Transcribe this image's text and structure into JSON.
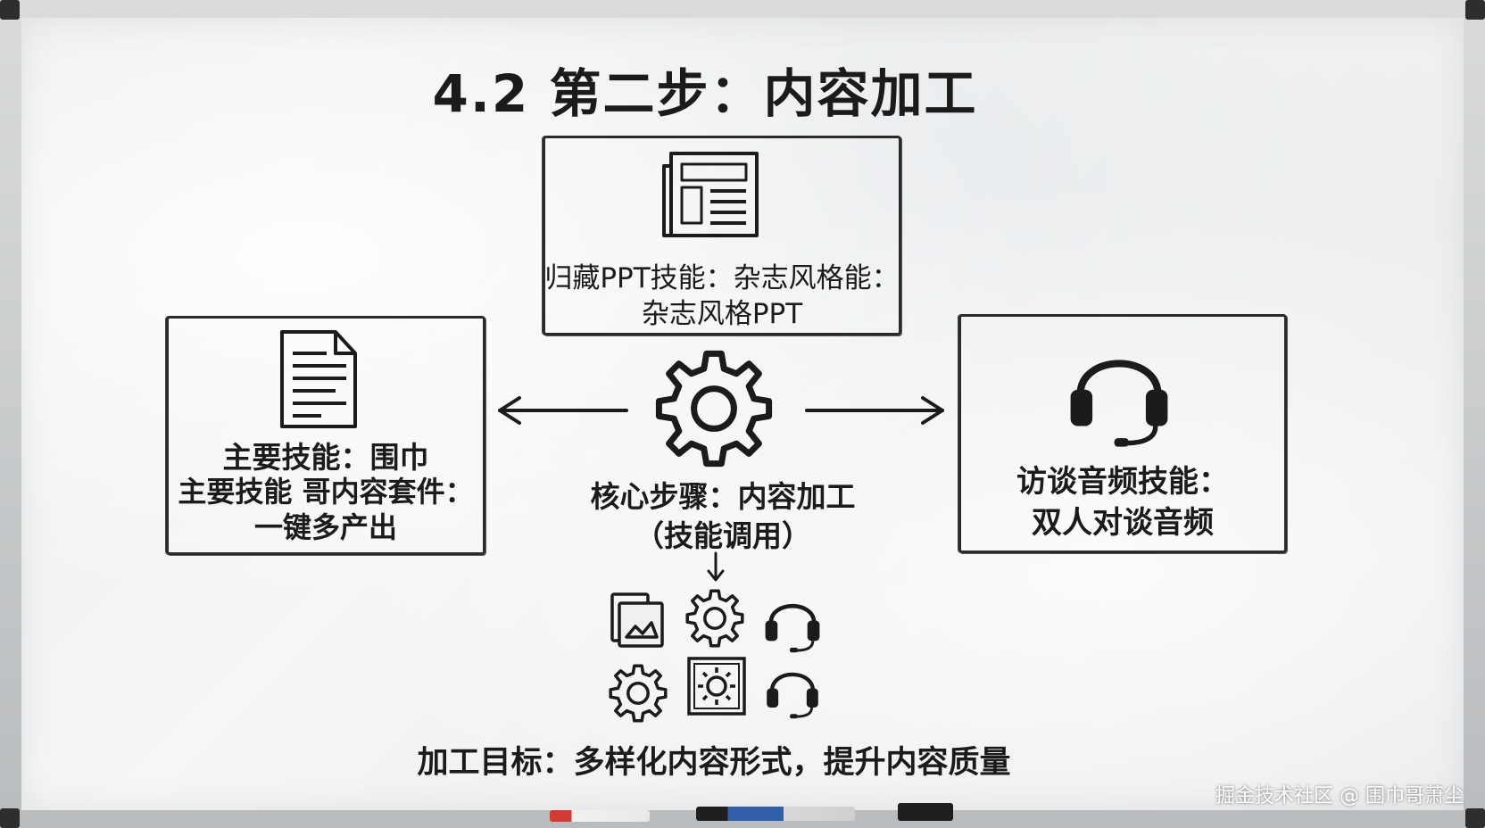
{
  "title": "4.2 第二步：内容加工",
  "top_box": {
    "line1": "归藏PPT技能：杂志风格能：",
    "line2": "杂志风格PPT",
    "icon": "newspaper-icon"
  },
  "left_box": {
    "line1": "主要技能：围巾",
    "line2": "主要技能 哥内容套件：",
    "line3": "一键多产出",
    "icon": "document-icon"
  },
  "right_box": {
    "line1": "访谈音频技能：",
    "line2": "双人对谈音频",
    "icon": "headset-icon"
  },
  "center": {
    "line1": "核心步骤：内容加工",
    "line2": "（技能调用）",
    "icon": "gear-icon"
  },
  "footer": "加工目标：多样化内容形式，提升内容质量",
  "watermark": "掘金技术社区 @ 围巾哥萧尘",
  "colors": {
    "ink": "#1b1b1b",
    "board": "#eef0f1",
    "frame": "#c4c7c9",
    "marker_red": "#d23a32",
    "marker_blue": "#2f5fa8"
  }
}
